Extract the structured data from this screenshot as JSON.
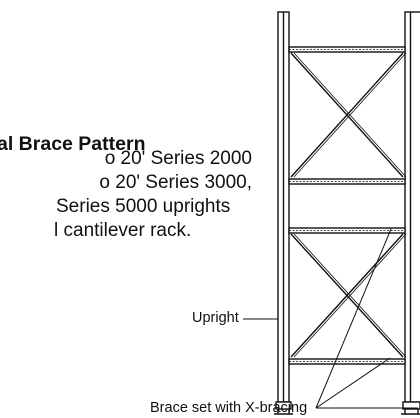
{
  "heading": "al Brace Pattern",
  "description_lines": [
    "o  20'  Series  2000",
    "o  20'  Series  3000,",
    "Series 5000 uprights",
    "l cantilever rack."
  ],
  "callouts": {
    "upright": "Upright",
    "brace_set": "Brace set with X-bracing"
  },
  "colors": {
    "line": "#111111",
    "background": "#ffffff"
  }
}
